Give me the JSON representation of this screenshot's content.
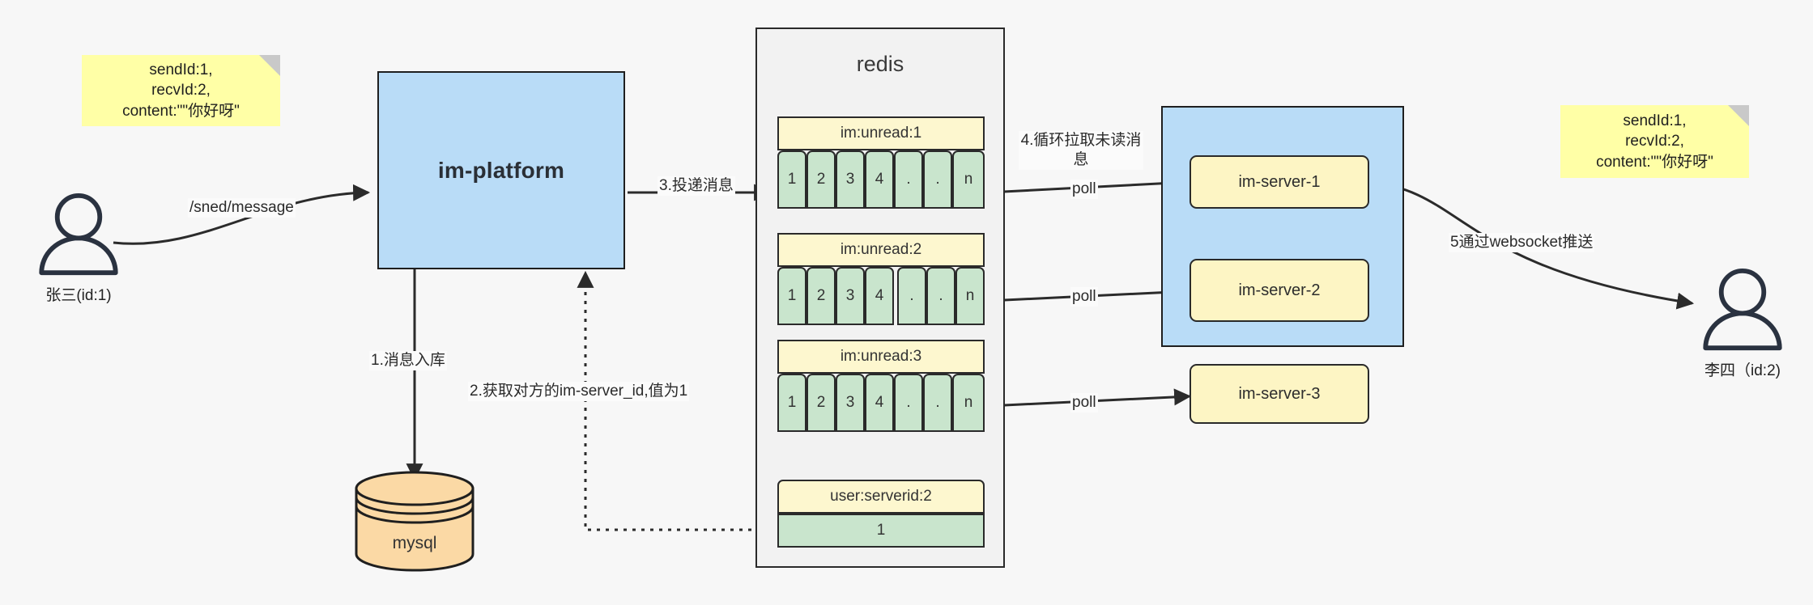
{
  "diagram": {
    "title": "IM message delivery flow",
    "colors": {
      "note_yellow": "#ffffa6",
      "box_blue": "#b9dcf7",
      "key_yellow": "#fdf7cf",
      "cell_green": "#c9e5cd",
      "server_yellow": "#fdf5c4",
      "mysql_orange": "#fbd9a5",
      "stroke": "#2a2a2a",
      "background": "#f7f7f7"
    }
  },
  "notes": {
    "left": {
      "name": "message-payload-note-left",
      "lines": [
        "sendId:1,",
        "recvId:2,",
        "content:\"\"你好呀\""
      ]
    },
    "right": {
      "name": "message-payload-note-right",
      "lines": [
        "sendId:1,",
        "recvId:2,",
        "content:\"\"你好呀\""
      ]
    }
  },
  "actors": {
    "sender": {
      "label": "张三(id:1)"
    },
    "receiver": {
      "label": "李四（id:2)"
    }
  },
  "platform": {
    "title": "im-platform"
  },
  "mysql": {
    "label": "mysql"
  },
  "redis": {
    "title": "redis",
    "keys": [
      {
        "name": "im:unread:1",
        "cells": [
          "1",
          "2",
          "3",
          "4",
          ".",
          ".",
          "n"
        ]
      },
      {
        "name": "im:unread:2",
        "cells": [
          "1",
          "2",
          "3",
          "4",
          ".",
          ".",
          "n"
        ]
      },
      {
        "name": "im:unread:3",
        "cells": [
          "1",
          "2",
          "3",
          "4",
          ".",
          ".",
          "n"
        ]
      }
    ],
    "serverid_entry": {
      "name": "user:serverid:2",
      "value": "1"
    }
  },
  "servers": {
    "items": [
      {
        "label": "im-server-1"
      },
      {
        "label": "im-server-2"
      },
      {
        "label": "im-server-3"
      }
    ]
  },
  "edges": {
    "send_message": "/sned/message",
    "step1": "1.消息入库",
    "step2": "2.获取对方的im-server_id,值为1",
    "step3": "3.投递消息",
    "step4": "4.循环拉取未读消息",
    "step5": "5通过websocket推送",
    "poll1": "poll",
    "poll2": "poll",
    "poll3": "poll"
  }
}
